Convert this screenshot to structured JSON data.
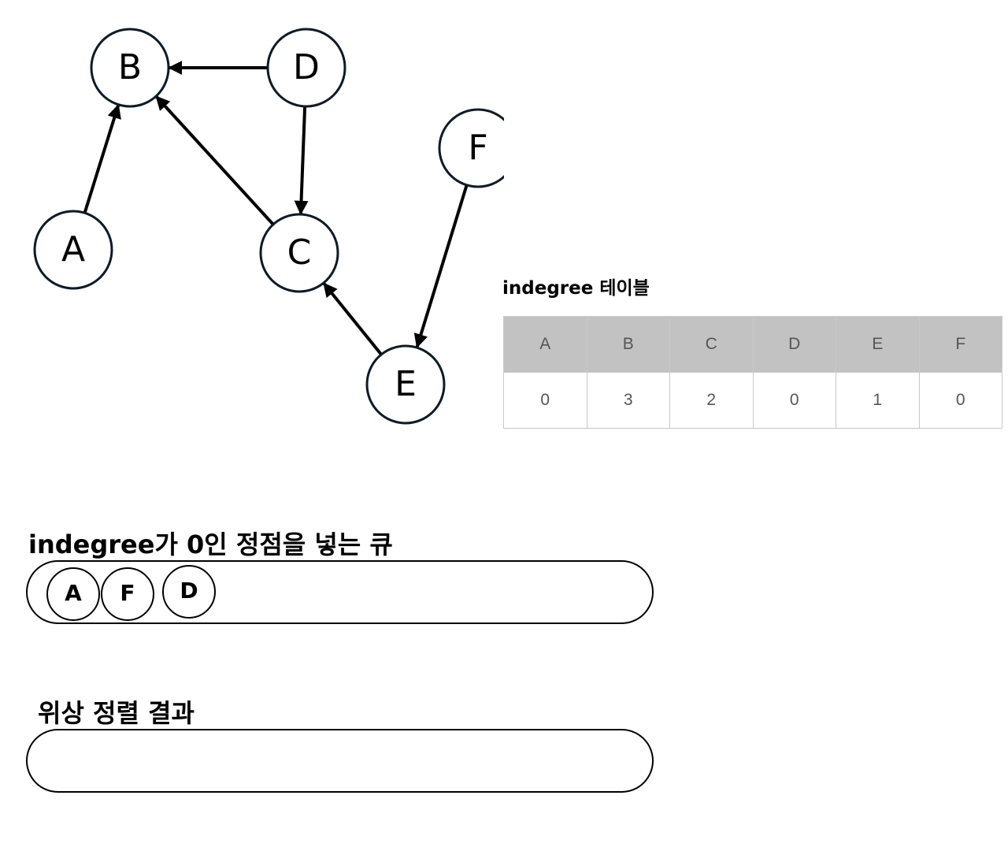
{
  "graph": {
    "nodes": [
      {
        "id": "B",
        "label": "B"
      },
      {
        "id": "D",
        "label": "D"
      },
      {
        "id": "F",
        "label": "F"
      },
      {
        "id": "A",
        "label": "A"
      },
      {
        "id": "C",
        "label": "C"
      },
      {
        "id": "E",
        "label": "E"
      }
    ],
    "edges": [
      {
        "from": "D",
        "to": "B"
      },
      {
        "from": "A",
        "to": "B"
      },
      {
        "from": "C",
        "to": "B"
      },
      {
        "from": "D",
        "to": "C"
      },
      {
        "from": "E",
        "to": "C"
      },
      {
        "from": "F",
        "to": "E"
      }
    ]
  },
  "indegree_table": {
    "title": "indegree 테이블",
    "headers": [
      "A",
      "B",
      "C",
      "D",
      "E",
      "F"
    ],
    "values": [
      "0",
      "3",
      "2",
      "0",
      "1",
      "0"
    ]
  },
  "queue": {
    "title": "indegree가 0인 정점을 넣는 큐",
    "items": [
      "A",
      "F",
      "D"
    ]
  },
  "result": {
    "title": "위상 정렬 결과",
    "items": []
  },
  "colors": {
    "node_stroke": "#0d1b26",
    "table_header_bg": "#c2c2c2",
    "table_text": "#555555"
  }
}
